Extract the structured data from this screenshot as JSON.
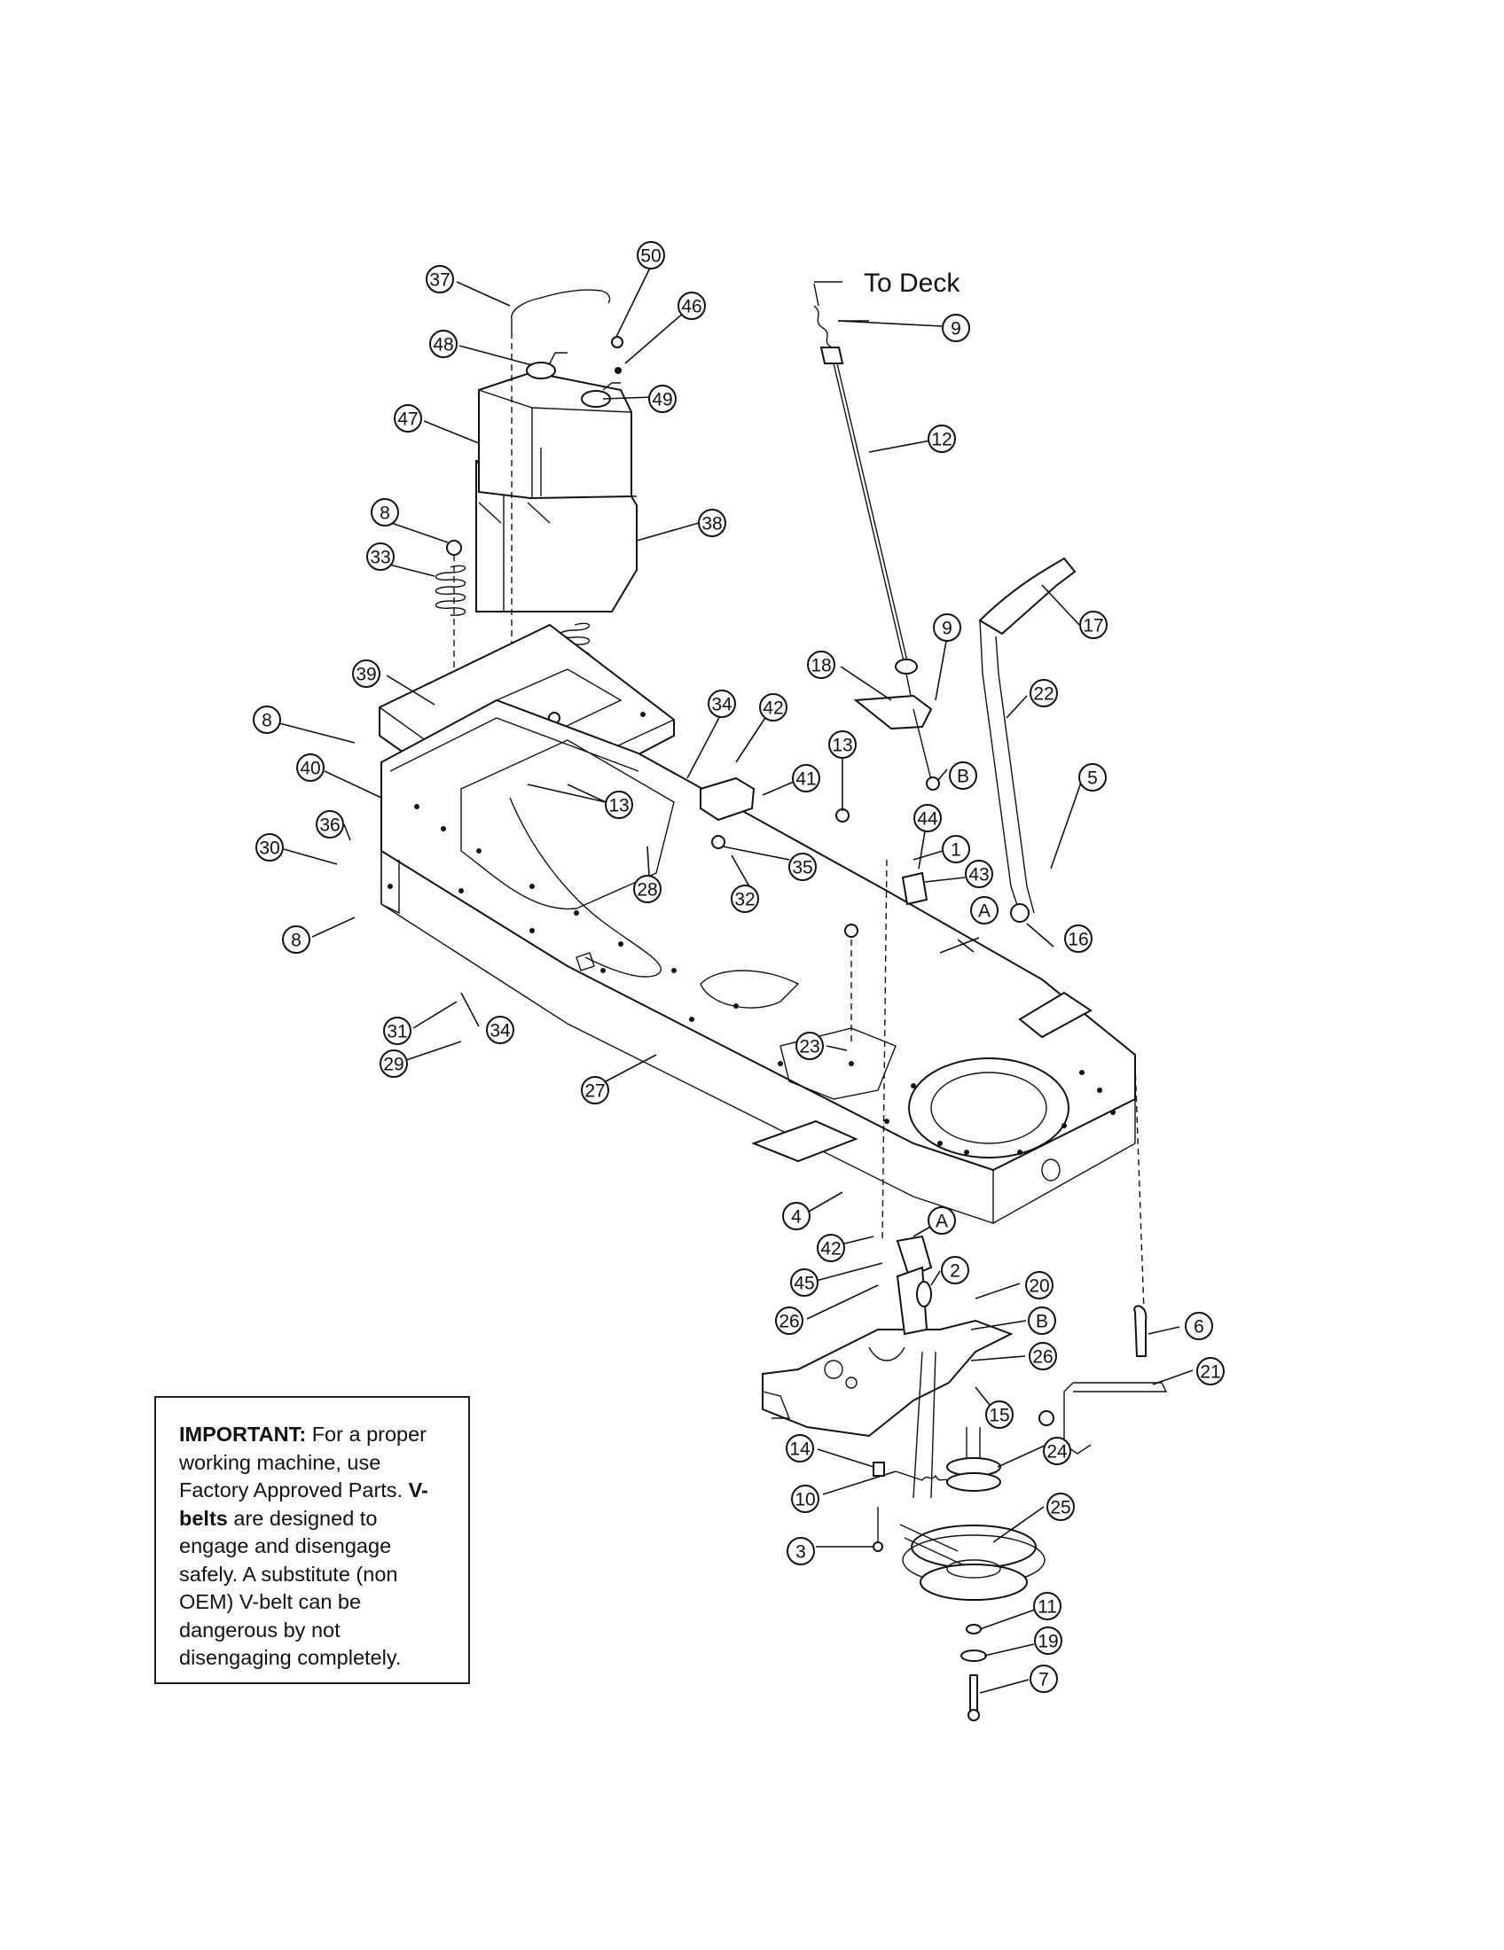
{
  "diagram": {
    "to_deck_label": "To Deck",
    "callouts": [
      {
        "id": "50",
        "label": "50"
      },
      {
        "id": "37",
        "label": "37"
      },
      {
        "id": "46",
        "label": "46"
      },
      {
        "id": "48",
        "label": "48"
      },
      {
        "id": "49",
        "label": "49"
      },
      {
        "id": "47",
        "label": "47"
      },
      {
        "id": "8a",
        "label": "8"
      },
      {
        "id": "33",
        "label": "33"
      },
      {
        "id": "38",
        "label": "38"
      },
      {
        "id": "39",
        "label": "39"
      },
      {
        "id": "8b",
        "label": "8"
      },
      {
        "id": "40",
        "label": "40"
      },
      {
        "id": "36",
        "label": "36"
      },
      {
        "id": "30",
        "label": "30"
      },
      {
        "id": "8c",
        "label": "8"
      },
      {
        "id": "31",
        "label": "31"
      },
      {
        "id": "34a",
        "label": "34"
      },
      {
        "id": "29",
        "label": "29"
      },
      {
        "id": "27",
        "label": "27"
      },
      {
        "id": "13a",
        "label": "13"
      },
      {
        "id": "28",
        "label": "28"
      },
      {
        "id": "34b",
        "label": "34"
      },
      {
        "id": "42a",
        "label": "42"
      },
      {
        "id": "41",
        "label": "41"
      },
      {
        "id": "35",
        "label": "35"
      },
      {
        "id": "32",
        "label": "32"
      },
      {
        "id": "9a",
        "label": "9"
      },
      {
        "id": "12",
        "label": "12"
      },
      {
        "id": "17",
        "label": "17"
      },
      {
        "id": "9b",
        "label": "9"
      },
      {
        "id": "18",
        "label": "18"
      },
      {
        "id": "22",
        "label": "22"
      },
      {
        "id": "13b",
        "label": "13"
      },
      {
        "id": "B1",
        "label": "B"
      },
      {
        "id": "5",
        "label": "5"
      },
      {
        "id": "44",
        "label": "44"
      },
      {
        "id": "1",
        "label": "1"
      },
      {
        "id": "43",
        "label": "43"
      },
      {
        "id": "A1",
        "label": "A"
      },
      {
        "id": "16",
        "label": "16"
      },
      {
        "id": "23",
        "label": "23"
      },
      {
        "id": "4",
        "label": "4"
      },
      {
        "id": "42b",
        "label": "42"
      },
      {
        "id": "A2",
        "label": "A"
      },
      {
        "id": "45",
        "label": "45"
      },
      {
        "id": "2",
        "label": "2"
      },
      {
        "id": "20",
        "label": "20"
      },
      {
        "id": "26a",
        "label": "26"
      },
      {
        "id": "B2",
        "label": "B"
      },
      {
        "id": "26b",
        "label": "26"
      },
      {
        "id": "6",
        "label": "6"
      },
      {
        "id": "21",
        "label": "21"
      },
      {
        "id": "15",
        "label": "15"
      },
      {
        "id": "14",
        "label": "14"
      },
      {
        "id": "24",
        "label": "24"
      },
      {
        "id": "10",
        "label": "10"
      },
      {
        "id": "25",
        "label": "25"
      },
      {
        "id": "3",
        "label": "3"
      },
      {
        "id": "11",
        "label": "11"
      },
      {
        "id": "19",
        "label": "19"
      },
      {
        "id": "7",
        "label": "7"
      }
    ]
  },
  "notice": {
    "important_label": "IMPORTANT:",
    "text_1": " For a proper working machine, use Factory Approved Parts.",
    "vbelts_label": "V-belts",
    "text_2": " are designed to engage and disengage safely. A substitute (non OEM) V-belt can be dangerous by not disengaging completely."
  }
}
